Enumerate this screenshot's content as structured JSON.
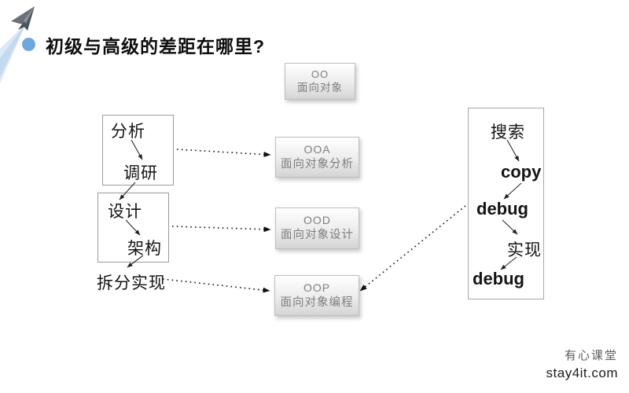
{
  "title": "初级与高级的差距在哪里?",
  "colors": {
    "accent_bullet": "#6fa8dc",
    "gradient_box_text": "#7e7e7e"
  },
  "oo_boxes": {
    "oo": {
      "abbr": "OO",
      "name": "面向对象"
    },
    "ooa": {
      "abbr": "OOA",
      "name": "面向对象分析"
    },
    "ood": {
      "abbr": "OOD",
      "name": "面向对象设计"
    },
    "oop": {
      "abbr": "OOP",
      "name": "面向对象编程"
    }
  },
  "senior_path": {
    "analysis": "分析",
    "research": "调研",
    "design": "设计",
    "architecture": "架构",
    "split_implement": "拆分实现"
  },
  "junior_path": {
    "search": "搜索",
    "copy": "copy",
    "debug_first": "debug",
    "implement": "实现",
    "debug_second": "debug"
  },
  "footer": {
    "brand": "有心课堂",
    "site": "stay4it.com"
  }
}
